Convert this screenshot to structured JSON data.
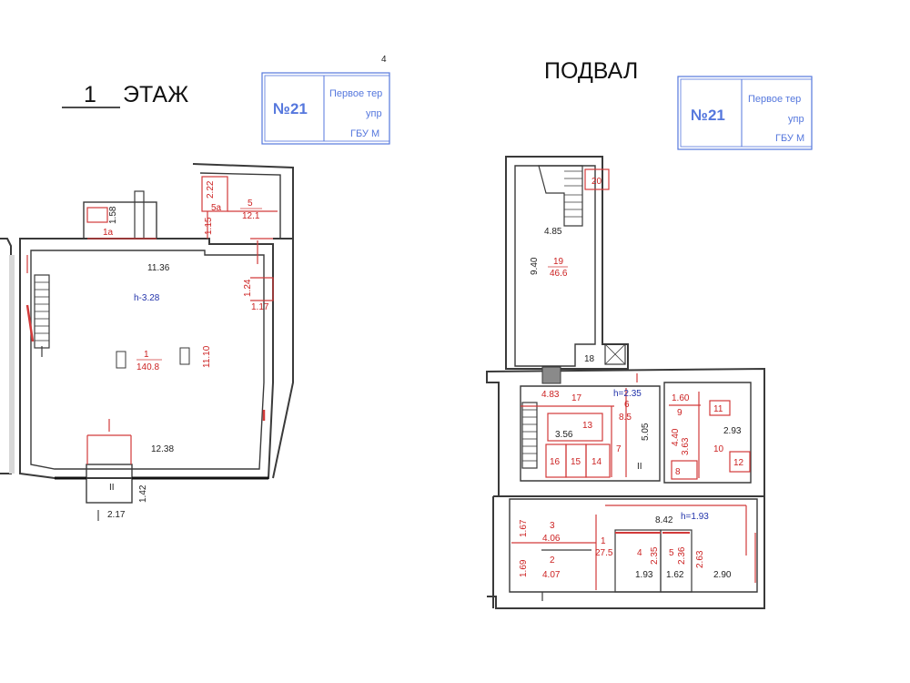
{
  "colors": {
    "wall": "#3a3a3a",
    "wall_fill": "#d8d8d8",
    "red_line": "#d23a3a",
    "stamp_blue": "#5577dd",
    "dimension_text": "#222222",
    "height_text": "#2233aa"
  },
  "headings": {
    "floor1_number": "1",
    "floor1_word": "ЭТАЖ",
    "basement": "ПОДВАЛ"
  },
  "stamps": [
    {
      "number": "№21",
      "line1": "Первое тер",
      "line2": "упр",
      "line3": "ГБУ М"
    },
    {
      "number": "№21",
      "line1": "Первое тер",
      "line2": "упр",
      "line3": "ГБУ М"
    }
  ],
  "page_mark": "4",
  "floor1": {
    "height": "h-3.28",
    "main_room": {
      "number": "1",
      "area": "140.8"
    },
    "room5": {
      "number": "5",
      "area": "12.1"
    },
    "room5a": "5а",
    "room1a": "1а",
    "room5_dim_a": "2.22",
    "room5_dim_b": "1.15",
    "dims": {
      "top_width": "11.36",
      "right_height": "11.10",
      "bottom_width": "12.38",
      "porch_length": "1.42",
      "porch_width": "2.17",
      "stair_width": "1.58",
      "nook_a": "1.24",
      "nook_b": "1.17"
    },
    "entrance_label": "II"
  },
  "basement": {
    "height_a": "h=2.35",
    "height_b": "h=1.93",
    "rooms": [
      {
        "number": "19",
        "area": "46.6"
      },
      {
        "number": "20"
      },
      {
        "number": "18"
      },
      {
        "number": "17",
        "dim": "4.83"
      },
      {
        "number": "6",
        "area": "8.5"
      },
      {
        "number": "13",
        "dim": "3.56"
      },
      {
        "number": "16"
      },
      {
        "number": "15"
      },
      {
        "number": "14"
      },
      {
        "number": "7"
      },
      {
        "number": "9",
        "dim": "1.60"
      },
      {
        "number": "11"
      },
      {
        "number": "10",
        "dim": "2.93"
      },
      {
        "number": "8"
      },
      {
        "number": "12"
      },
      {
        "number": "3",
        "dim": "4.06",
        "side": "1.67"
      },
      {
        "number": "2",
        "dim": "4.07",
        "side": "1.69"
      },
      {
        "number": "1",
        "area": "27.5"
      },
      {
        "number": "4",
        "dims": [
          "2.35",
          "1.93"
        ]
      },
      {
        "number": "5",
        "dims": [
          "2.36",
          "1.62"
        ]
      }
    ],
    "dims": {
      "upper_width": "4.85",
      "upper_height": "9.40",
      "corridor": "5.05",
      "room9_height": "4.40",
      "room8_dim": "3.63",
      "lower_width": "8.42",
      "room_side": "2.63",
      "room_bottom": "2.90"
    },
    "entrance_label": "II"
  }
}
